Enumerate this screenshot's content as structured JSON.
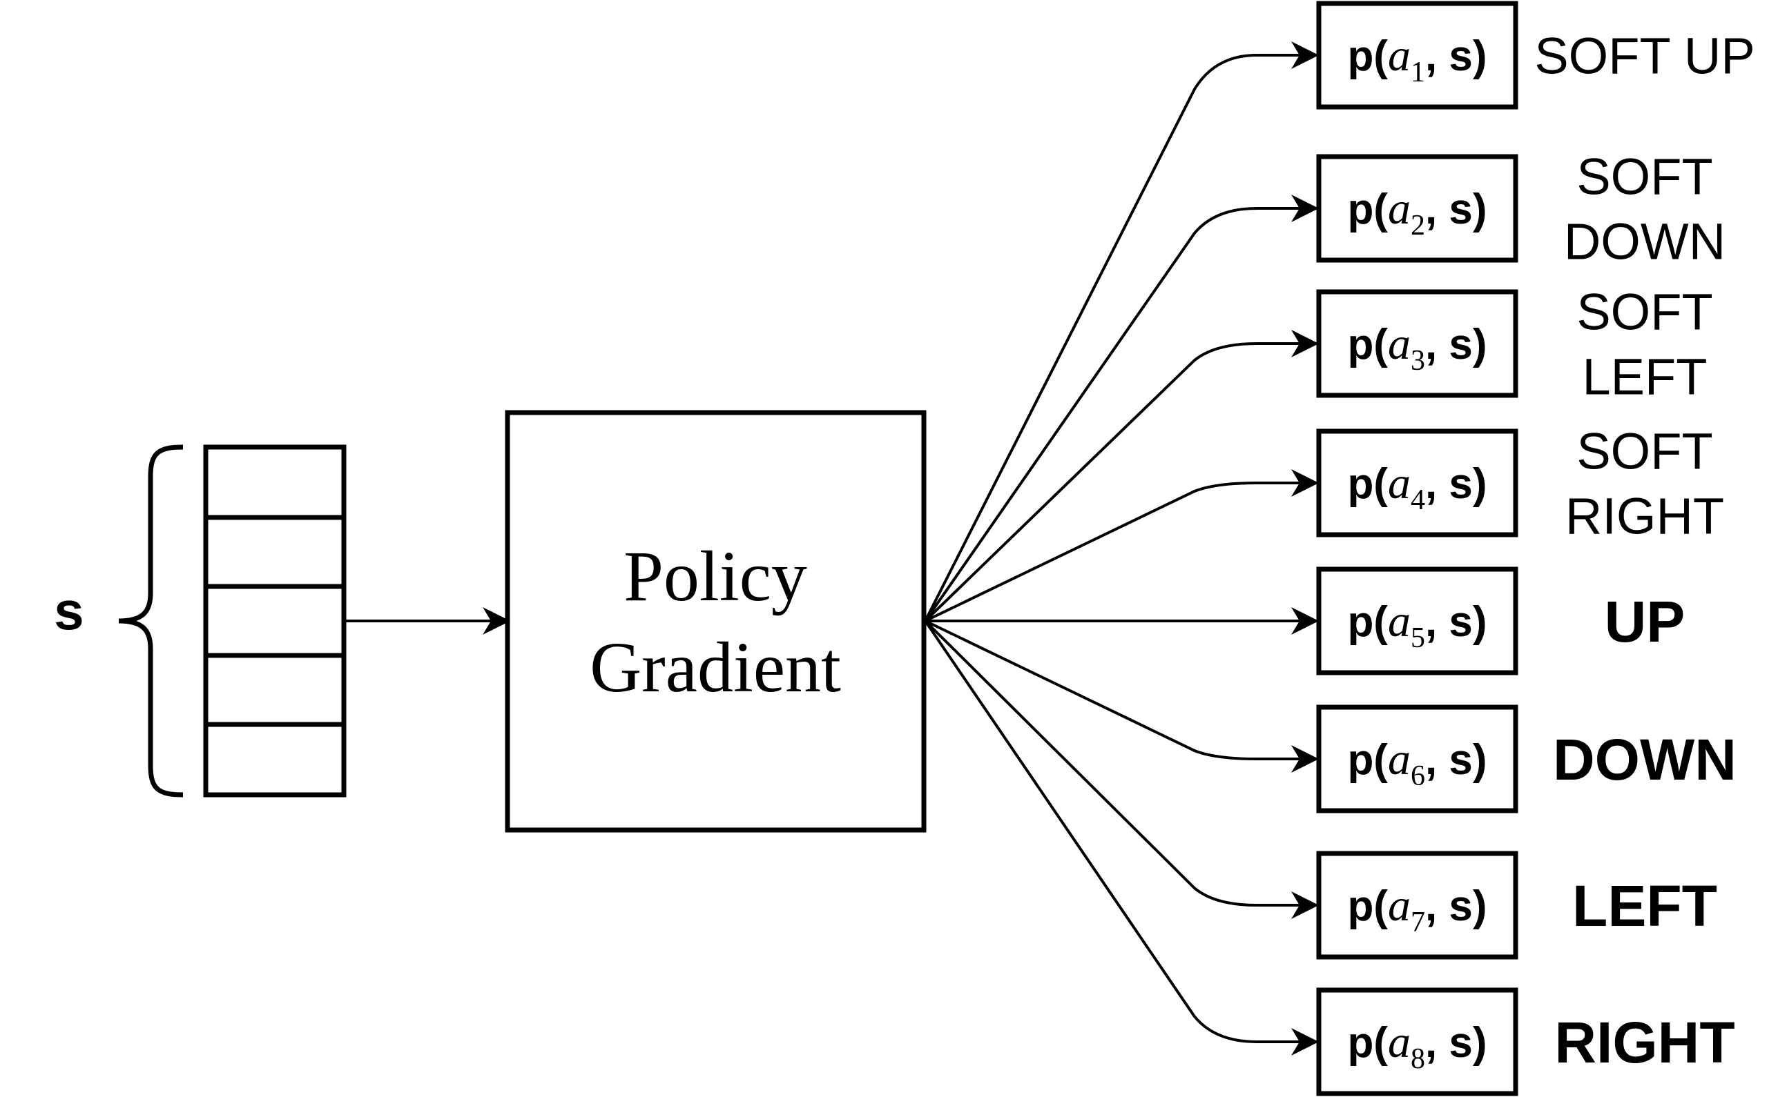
{
  "state": {
    "label": "s",
    "cells": 5
  },
  "policy": {
    "line1": "Policy",
    "line2": "Gradient"
  },
  "outputs": [
    {
      "index": "1",
      "p_prefix": "p(",
      "var": "a",
      "p_suffix": ", s)",
      "lines": [
        "SOFT UP"
      ],
      "bold": false
    },
    {
      "index": "2",
      "p_prefix": "p(",
      "var": "a",
      "p_suffix": ", s)",
      "lines": [
        "SOFT",
        "DOWN"
      ],
      "bold": false
    },
    {
      "index": "3",
      "p_prefix": "p(",
      "var": "a",
      "p_suffix": ", s)",
      "lines": [
        "SOFT",
        "LEFT"
      ],
      "bold": false
    },
    {
      "index": "4",
      "p_prefix": "p(",
      "var": "a",
      "p_suffix": ", s)",
      "lines": [
        "SOFT",
        "RIGHT"
      ],
      "bold": false
    },
    {
      "index": "5",
      "p_prefix": "p(",
      "var": "a",
      "p_suffix": ", s)",
      "lines": [
        "UP"
      ],
      "bold": true
    },
    {
      "index": "6",
      "p_prefix": "p(",
      "var": "a",
      "p_suffix": ", s)",
      "lines": [
        "DOWN"
      ],
      "bold": true
    },
    {
      "index": "7",
      "p_prefix": "p(",
      "var": "a",
      "p_suffix": ", s)",
      "lines": [
        "LEFT"
      ],
      "bold": true
    },
    {
      "index": "8",
      "p_prefix": "p(",
      "var": "a",
      "p_suffix": ", s)",
      "lines": [
        "RIGHT"
      ],
      "bold": true
    }
  ]
}
